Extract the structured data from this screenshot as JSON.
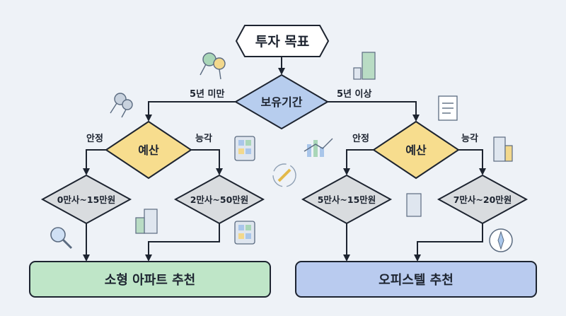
{
  "start": {
    "label": "투자 목표"
  },
  "decisions": {
    "holding_period": {
      "label": "보유기간",
      "left_branch": "5년 미만",
      "right_branch": "5년 이상"
    },
    "budget_left": {
      "label": "예산",
      "left_branch": "안정",
      "right_branch": "능각"
    },
    "budget_right": {
      "label": "예산",
      "left_branch": "안정",
      "right_branch": "능각"
    }
  },
  "ranges": [
    {
      "label": "0만사~15만원"
    },
    {
      "label": "2만사~50만원"
    },
    {
      "label": "5만사~15만원"
    },
    {
      "label": "7만사~20만원"
    }
  ],
  "outcomes": {
    "small_apartment": "소형 아파트 추천",
    "officetel": "오피스텔 추천"
  },
  "colors": {
    "background": "#eef2f7",
    "holding_diamond": "#b7cdee",
    "budget_diamond": "#f7dd8e",
    "range_diamond": "#d9dcdf",
    "apartment_box": "#bfe6c8",
    "officetel_box": "#b9cbef",
    "stroke": "#1d2430"
  },
  "icons": [
    "keys-icon",
    "building-icon",
    "document-icon",
    "calculator-icon",
    "chart-icon",
    "refresh-pencil-icon",
    "magnifier-icon",
    "compass-icon"
  ]
}
